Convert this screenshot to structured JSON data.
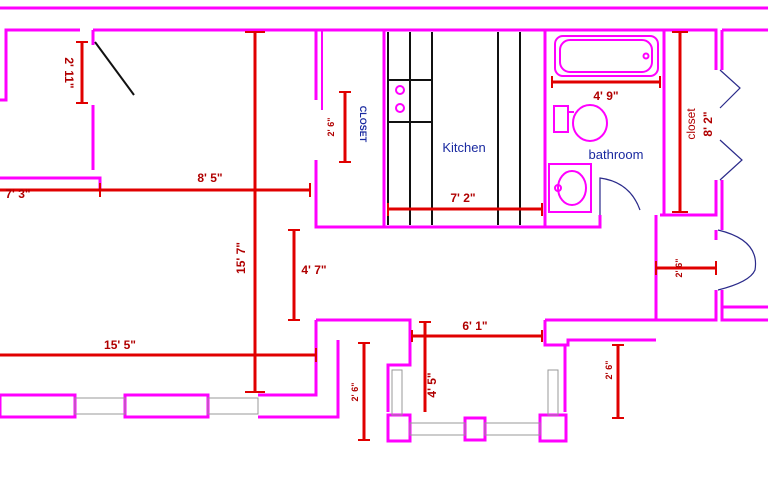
{
  "rooms": {
    "kitchen": "Kitchen",
    "bathroom": "bathroom",
    "closet": "closet",
    "small_closet": "CLOSET"
  },
  "dimensions": {
    "top_left_door": "2' 11\"",
    "left_width": "7' 3\"",
    "mid_width": "8' 5\"",
    "living_height": "15' 7\"",
    "living_width": "15' 5\"",
    "hall_height": "4' 7\"",
    "kitchen_width": "7' 2\"",
    "tub_width": "4' 9\"",
    "closet_height": "8' 2\"",
    "entry_width": "6' 1\"",
    "entry_depth": "4' 5\"",
    "small_closet_dim": "2' 6\"",
    "bath_door_dim": "2' 6\"",
    "left_niche_dim": "2' 6\"",
    "right_niche_dim": "2' 6\""
  },
  "colors": {
    "walls": "#ff00ff",
    "dimensions": "#e00000",
    "labels": "#1a2aa0"
  }
}
